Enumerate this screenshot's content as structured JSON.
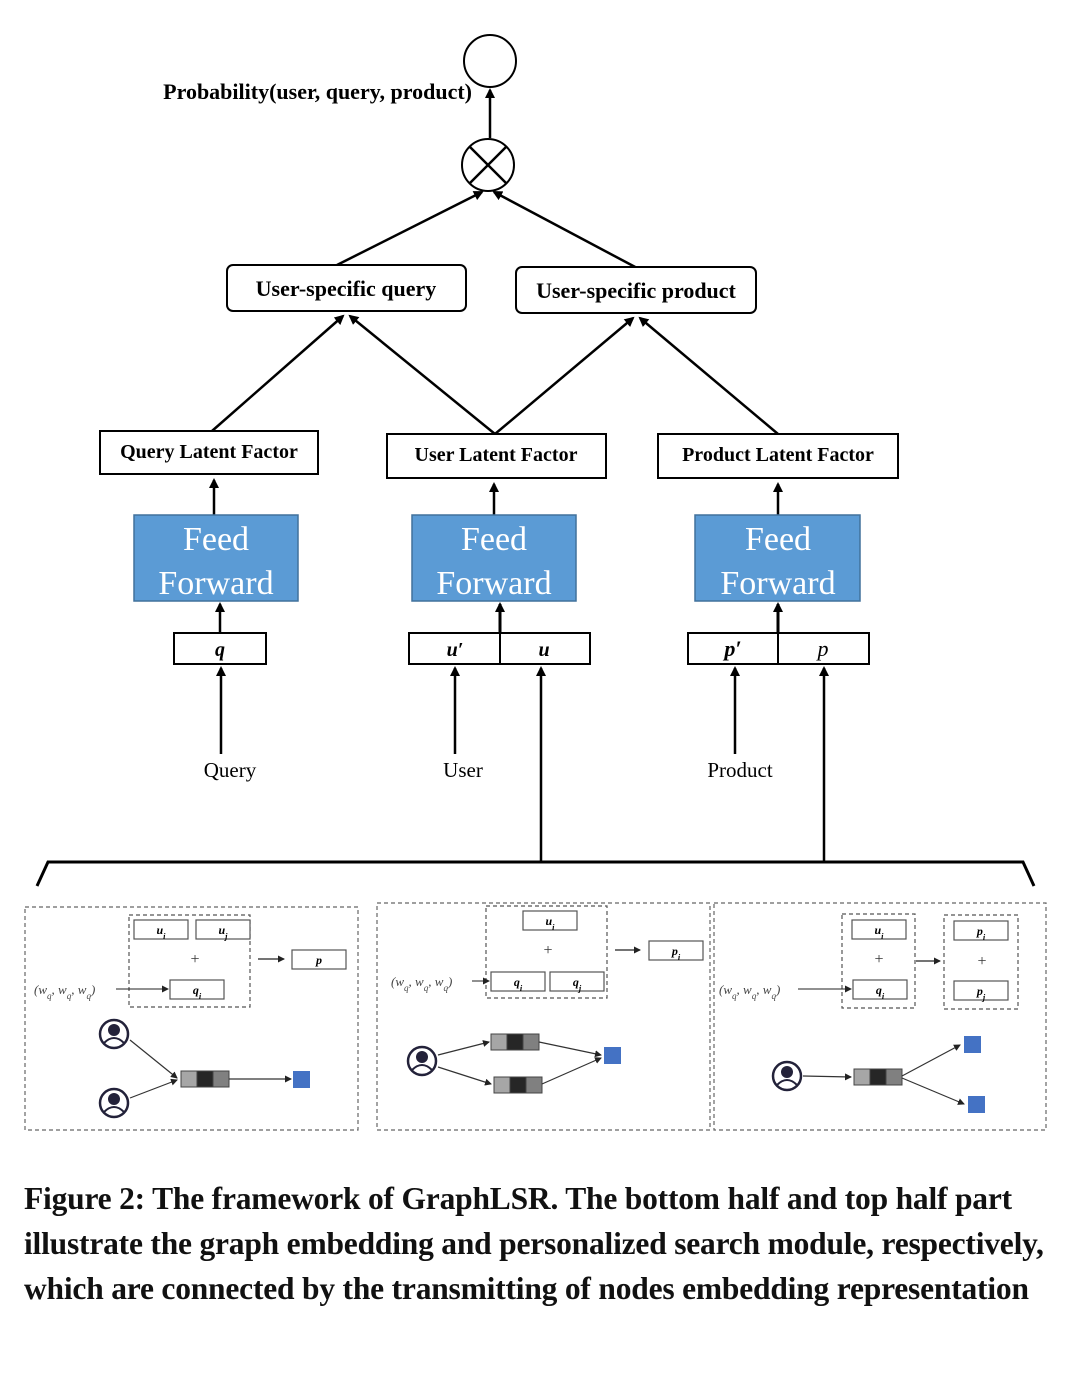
{
  "figure": {
    "output_label": "Probability(user, query, product)",
    "multiply_symbol": "⊗",
    "combined": {
      "query": "User-specific query",
      "product": "User-specific product"
    },
    "latent": {
      "query": "Query Latent Factor",
      "user": "User Latent Factor",
      "product": "Product Latent Factor"
    },
    "feed_forward": {
      "line1": "Feed",
      "line2": "Forward"
    },
    "embeddings": {
      "q": "q",
      "u_prime": "u′",
      "u": "u",
      "p_prime": "p′",
      "p": "p"
    },
    "inputs": {
      "query": "Query",
      "user": "User",
      "product": "Product"
    },
    "graph_panels": [
      {
        "weights": "(w_q, w_q, w_q)",
        "left_group": [
          "u_i",
          "u_j",
          "q_i"
        ],
        "plus": "+",
        "output": "p"
      },
      {
        "weights": "(w_q, w_q, w_q)",
        "left_group": [
          "u_i",
          "q_i",
          "q_j"
        ],
        "plus": "+",
        "output": "p_i"
      },
      {
        "weights": "(w_q, w_q, w_q)",
        "left_group": [
          "u_i",
          "q_i"
        ],
        "plus": "+",
        "right_group": [
          "p_i",
          "p_j"
        ]
      }
    ],
    "colors": {
      "feed_forward_fill": "#5b9bd5",
      "feed_forward_border": "#41719c",
      "product_node": "#4472c4",
      "user_icon": "#23223a",
      "query_cell_light": "#a6a6a6",
      "query_cell_dark": "#262626",
      "query_cell_mid": "#808080"
    }
  },
  "caption": "Figure 2: The framework of GraphLSR. The bottom half and top half part illustrate the graph embedding and personalized search module, respectively, which are connected by the transmitting of nodes embedding representation"
}
